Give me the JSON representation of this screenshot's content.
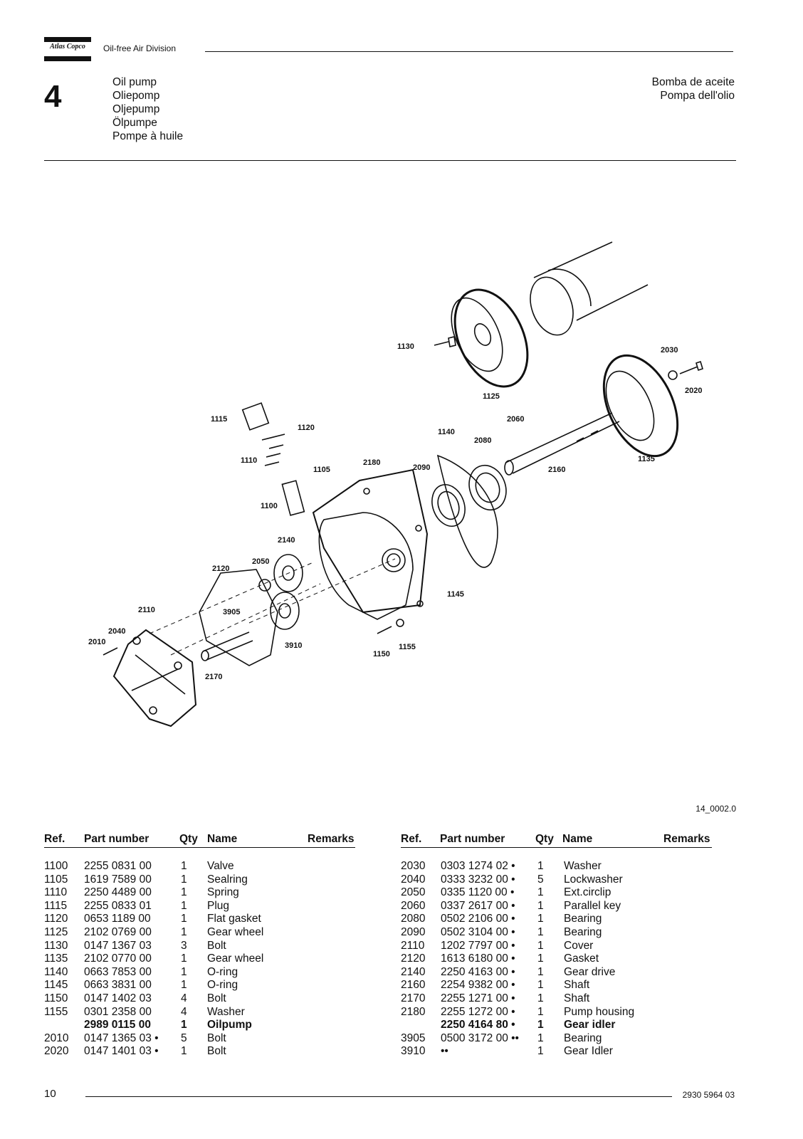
{
  "header": {
    "logo_text": "Atlas Copco",
    "division": "Oil-free Air Division",
    "chapter": "4",
    "titles_left": [
      "Oil pump",
      "Oliepomp",
      "Oljepump",
      "Ölpumpe",
      "Pompe à huile"
    ],
    "titles_right": [
      "Bomba de aceite",
      "Pompa dell'olio"
    ]
  },
  "diagram": {
    "callouts": [
      "1130",
      "1125",
      "2030",
      "2020",
      "1115",
      "1120",
      "1140",
      "2060",
      "2080",
      "1110",
      "1105",
      "2180",
      "2090",
      "2160",
      "1135",
      "1100",
      "2140",
      "2050",
      "2120",
      "1145",
      "2110",
      "3905",
      "2040",
      "2010",
      "3910",
      "1150",
      "1155",
      "2170"
    ],
    "drawing_id": "14_0002.0"
  },
  "table": {
    "headers": {
      "ref": "Ref.",
      "part": "Part number",
      "qty": "Qty",
      "name": "Name",
      "remarks": "Remarks"
    },
    "left_rows": [
      {
        "ref": "1100",
        "part": "2255 0831 00",
        "qty": "1",
        "name": "Valve"
      },
      {
        "ref": "1105",
        "part": "1619 7589 00",
        "qty": "1",
        "name": "Sealring"
      },
      {
        "ref": "1110",
        "part": "2250 4489 00",
        "qty": "1",
        "name": "Spring"
      },
      {
        "ref": "1115",
        "part": "2255 0833 01",
        "qty": "1",
        "name": "Plug"
      },
      {
        "ref": "1120",
        "part": "0653 1189 00",
        "qty": "1",
        "name": "Flat gasket"
      },
      {
        "ref": "1125",
        "part": "2102 0769 00",
        "qty": "1",
        "name": "Gear wheel"
      },
      {
        "ref": "1130",
        "part": "0147 1367 03",
        "qty": "3",
        "name": "Bolt"
      },
      {
        "ref": "1135",
        "part": "2102 0770 00",
        "qty": "1",
        "name": "Gear wheel"
      },
      {
        "ref": "1140",
        "part": "0663 7853 00",
        "qty": "1",
        "name": "O-ring"
      },
      {
        "ref": "1145",
        "part": "0663 3831 00",
        "qty": "1",
        "name": "O-ring"
      },
      {
        "ref": "1150",
        "part": "0147 1402 03",
        "qty": "4",
        "name": "Bolt"
      },
      {
        "ref": "1155",
        "part": "0301 2358 00",
        "qty": "4",
        "name": "Washer"
      },
      {
        "ref": "",
        "part": "2989 0115 00",
        "qty": "1",
        "name": "Oilpump",
        "bold": true
      },
      {
        "ref": "2010",
        "part": "0147 1365 03 •",
        "qty": "5",
        "name": "Bolt"
      },
      {
        "ref": "2020",
        "part": "0147 1401 03 •",
        "qty": "1",
        "name": "Bolt"
      }
    ],
    "right_rows": [
      {
        "ref": "2030",
        "part": "0303 1274 02 •",
        "qty": "1",
        "name": "Washer"
      },
      {
        "ref": "2040",
        "part": "0333 3232 00 •",
        "qty": "5",
        "name": "Lockwasher"
      },
      {
        "ref": "2050",
        "part": "0335 1120 00 •",
        "qty": "1",
        "name": "Ext.circlip"
      },
      {
        "ref": "2060",
        "part": "0337 2617 00 •",
        "qty": "1",
        "name": "Parallel key"
      },
      {
        "ref": "2080",
        "part": "0502 2106 00 •",
        "qty": "1",
        "name": "Bearing"
      },
      {
        "ref": "2090",
        "part": "0502 3104 00 •",
        "qty": "1",
        "name": "Bearing"
      },
      {
        "ref": "2110",
        "part": "1202 7797 00 •",
        "qty": "1",
        "name": "Cover"
      },
      {
        "ref": "2120",
        "part": "1613 6180 00 •",
        "qty": "1",
        "name": "Gasket"
      },
      {
        "ref": "2140",
        "part": "2250 4163 00 •",
        "qty": "1",
        "name": "Gear drive"
      },
      {
        "ref": "2160",
        "part": "2254 9382 00 •",
        "qty": "1",
        "name": "Shaft"
      },
      {
        "ref": "2170",
        "part": "2255 1271 00 •",
        "qty": "1",
        "name": "Shaft"
      },
      {
        "ref": "2180",
        "part": "2255 1272 00 •",
        "qty": "1",
        "name": "Pump housing"
      },
      {
        "ref": "",
        "part": "2250 4164 80 •",
        "qty": "1",
        "name": "Gear idler",
        "bold": true
      },
      {
        "ref": "3905",
        "part": "0500 3172 00 ••",
        "qty": "1",
        "name": "Bearing"
      },
      {
        "ref": "3910",
        "part": "••",
        "qty": "1",
        "name": "Gear Idler"
      }
    ]
  },
  "footer": {
    "page": "10",
    "doc_number": "2930 5964 03"
  }
}
